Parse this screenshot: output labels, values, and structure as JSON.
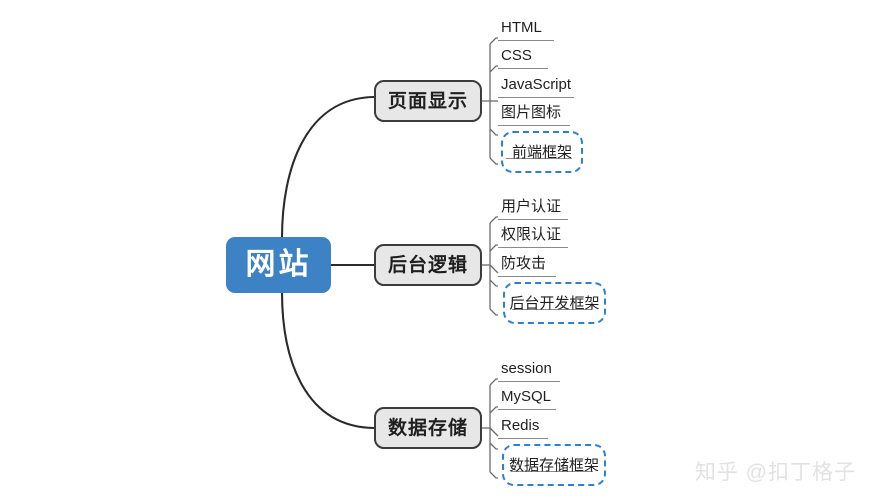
{
  "colors": {
    "root_fill": "#3d82c4",
    "root_text": "#ffffff",
    "topic_fill": "#e7e7e7",
    "topic_border": "#3c3c3c",
    "topic_text": "#1f1f1f",
    "leaf_text": "#1f1f1f",
    "leaf_underline": "#8a8a8a",
    "connector": "#2b2b2b",
    "leaf_connector": "#6d6d6d",
    "dashed_border": "#2f7fd0",
    "background": "#ffffff",
    "watermark": "#e2e2e2"
  },
  "root": {
    "label": "网站"
  },
  "branches": [
    {
      "id": "page-display",
      "label": "页面显示",
      "leaves": [
        {
          "label": "HTML",
          "type": "plain"
        },
        {
          "label": "CSS",
          "type": "plain"
        },
        {
          "label": "JavaScript",
          "type": "plain"
        },
        {
          "label": "图片图标",
          "type": "plain"
        },
        {
          "label": "前端框架",
          "type": "dashed"
        }
      ]
    },
    {
      "id": "backend-logic",
      "label": "后台逻辑",
      "leaves": [
        {
          "label": "用户认证",
          "type": "plain"
        },
        {
          "label": "权限认证",
          "type": "plain"
        },
        {
          "label": "防攻击",
          "type": "plain"
        },
        {
          "label": "后台开发框架",
          "type": "dashed"
        }
      ]
    },
    {
      "id": "data-storage",
      "label": "数据存储",
      "leaves": [
        {
          "label": "session",
          "type": "plain"
        },
        {
          "label": "MySQL",
          "type": "plain"
        },
        {
          "label": "Redis",
          "type": "plain"
        },
        {
          "label": "数据存储框架",
          "type": "dashed"
        }
      ]
    }
  ],
  "watermark": {
    "text": "知乎 @扣丁格子"
  }
}
